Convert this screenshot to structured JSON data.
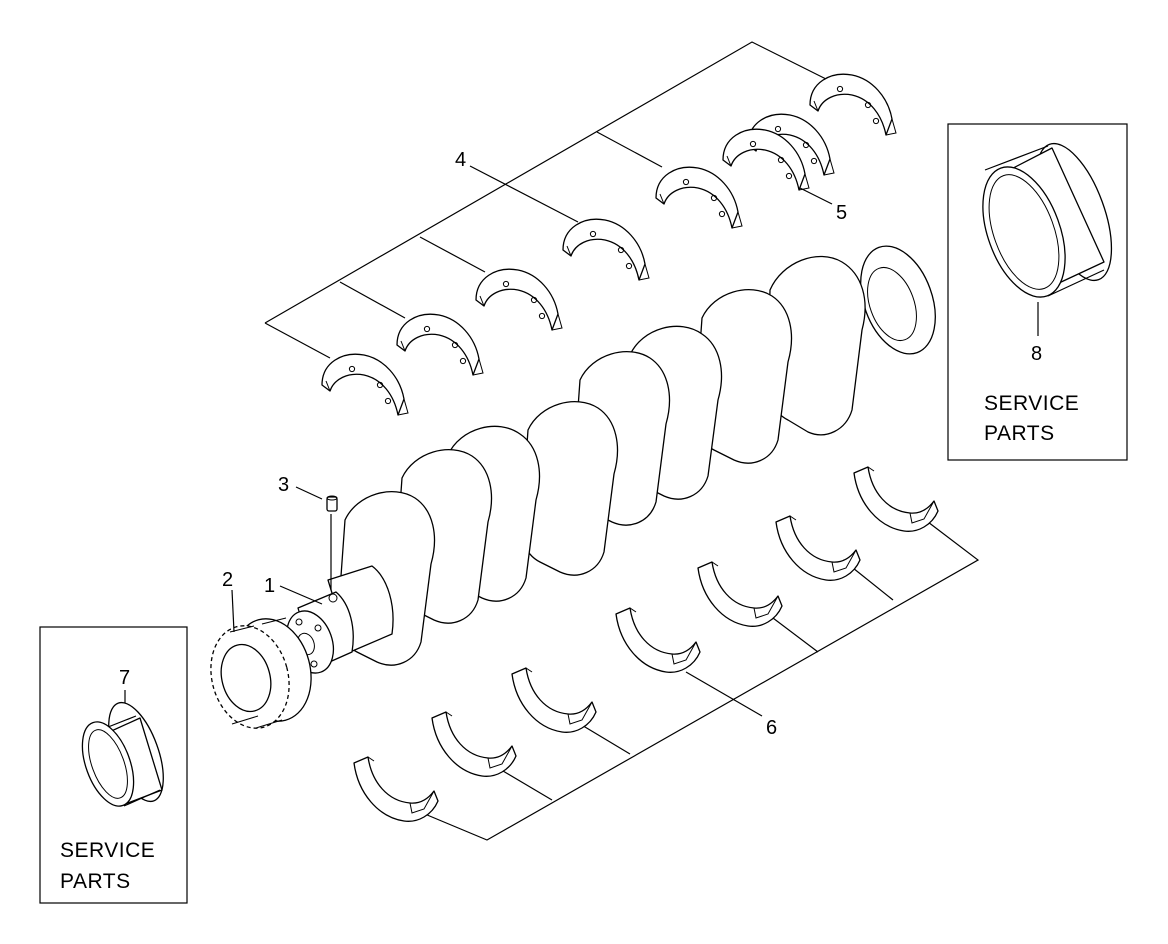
{
  "callouts": {
    "c1": "1",
    "c2": "2",
    "c3": "3",
    "c4": "4",
    "c5": "5",
    "c6": "6",
    "c7": "7",
    "c8": "8"
  },
  "service_box_left": {
    "line1": "SERVICE",
    "line2": "PARTS"
  },
  "service_box_right": {
    "line1": "SERVICE",
    "line2": "PARTS"
  },
  "colors": {
    "line": "#000000",
    "background": "#ffffff"
  }
}
